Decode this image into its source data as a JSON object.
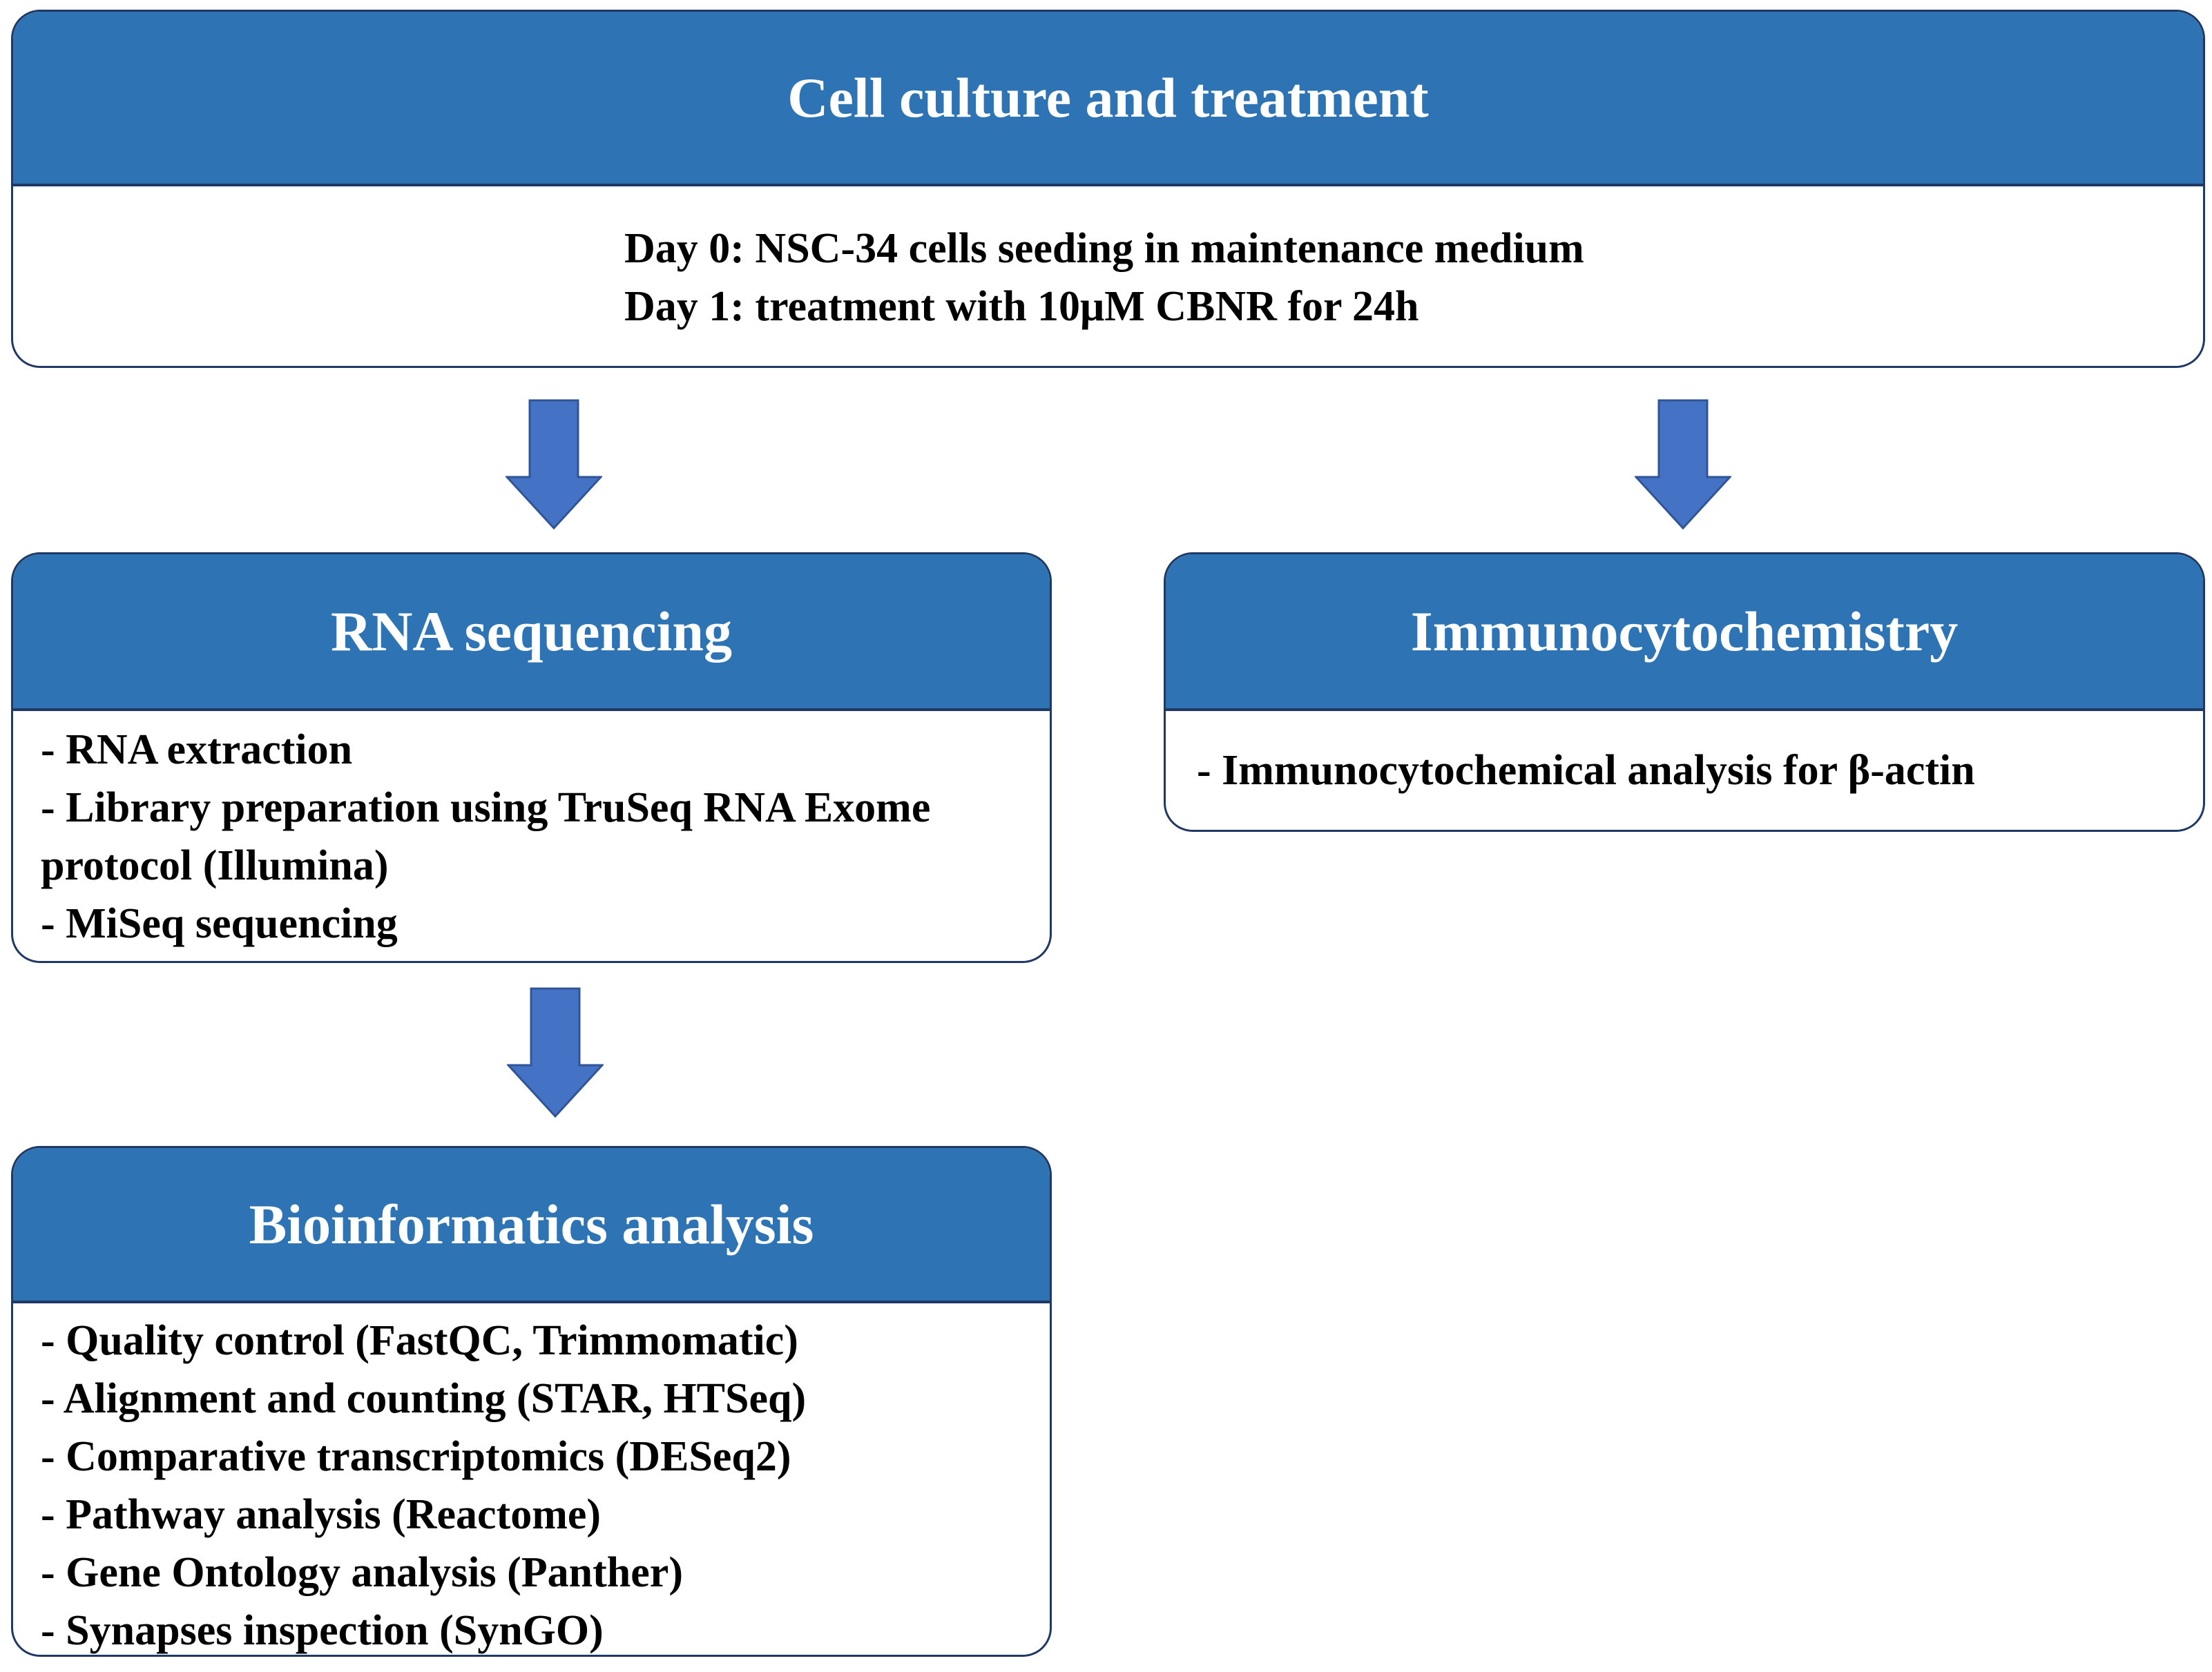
{
  "diagram": {
    "title_note": "Experimental workflow flowchart",
    "colors": {
      "header_fill": "#2E74B5",
      "box_border": "#1F3864",
      "arrow_fill": "#4472C4",
      "arrow_stroke": "#2F5597",
      "header_text": "#FFFFFF",
      "body_text": "#000000"
    },
    "boxes": {
      "cell_culture": {
        "title": "Cell culture and treatment",
        "lines": [
          "Day 0: NSC-34 cells seeding in maintenance medium",
          "Day 1: treatment with 10μM CBNR for 24h"
        ]
      },
      "rna_seq": {
        "title": "RNA sequencing",
        "items": [
          "- RNA extraction",
          "- Library preparation using TruSeq RNA Exome\nprotocol (Illumina)",
          "- MiSeq sequencing"
        ]
      },
      "immuno": {
        "title": "Immunocytochemistry",
        "items": [
          "- Immunocytochemical analysis for β-actin"
        ]
      },
      "bioinfo": {
        "title": "Bioinformatics analysis",
        "items": [
          "- Quality control (FastQC, Trimmomatic)",
          "- Alignment and counting (STAR, HTSeq)",
          "- Comparative transcriptomics (DESeq2)",
          "- Pathway analysis (Reactome)",
          "- Gene Ontology analysis (Panther)",
          "- Synapses inspection (SynGO)"
        ]
      }
    },
    "arrows": [
      {
        "from": "cell_culture",
        "to": "rna_seq",
        "direction": "down"
      },
      {
        "from": "cell_culture",
        "to": "immuno",
        "direction": "down"
      },
      {
        "from": "rna_seq",
        "to": "bioinfo",
        "direction": "down"
      }
    ]
  }
}
